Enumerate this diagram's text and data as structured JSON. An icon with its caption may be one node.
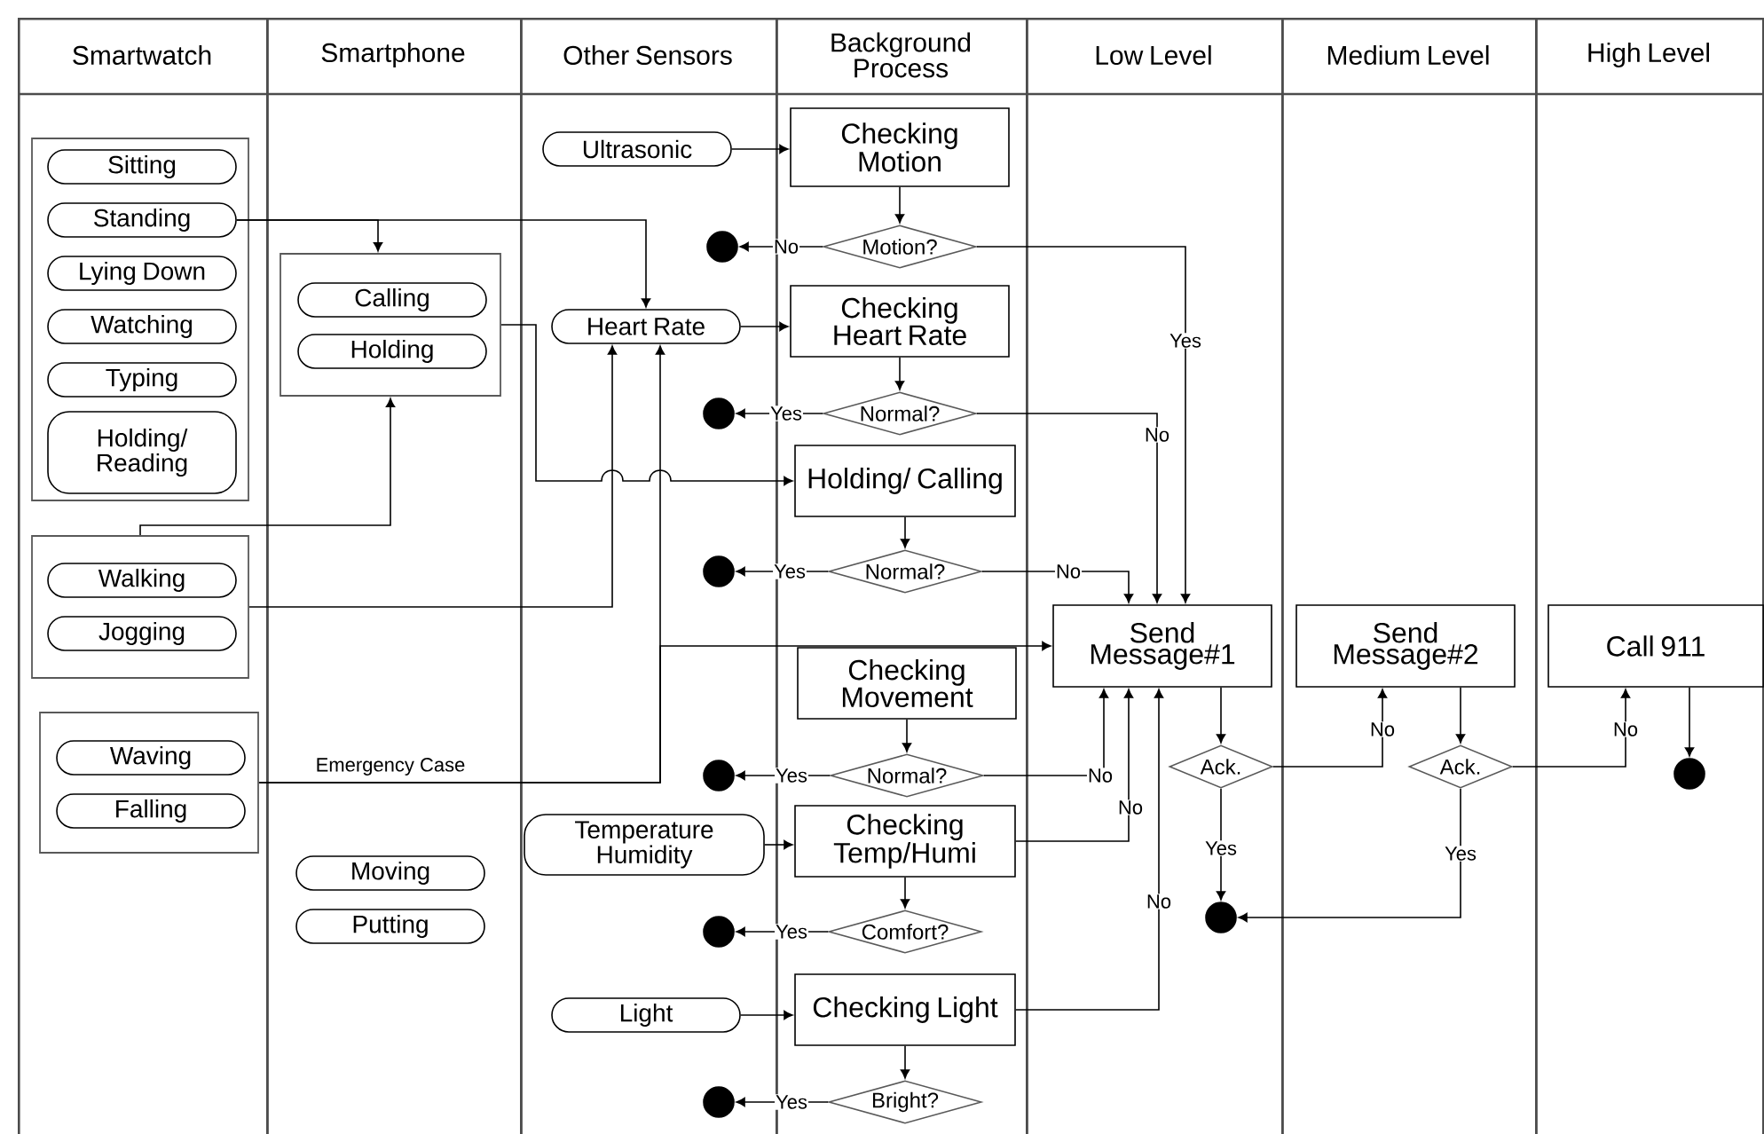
{
  "diagram": {
    "nodes": [
      {
        "text": [
          "Smartwatch"
        ]
      },
      {
        "text": [
          "Smartphone"
        ]
      },
      {
        "text": [
          "Other Sensors"
        ]
      },
      {
        "text": [
          "Background Process"
        ]
      },
      {
        "text": [
          "Low Level"
        ]
      },
      {
        "text": [
          "Medium Level"
        ]
      },
      {
        "text": [
          "High Level"
        ]
      },
      {
        "text": [],
        "shape": "box",
        "in": 0
      },
      {
        "text": [
          "Sitting"
        ],
        "in": 7
      },
      {
        "text": [
          "Standing"
        ],
        "in": 7
      },
      {
        "text": [
          "Lying Down"
        ],
        "in": 7
      },
      {
        "text": [
          "Watching"
        ],
        "in": 7
      },
      {
        "text": [
          "Typing"
        ],
        "in": 7
      },
      {
        "text": [
          "Holding/ Reading"
        ],
        "in": 7
      },
      {
        "text": [],
        "shape": "box",
        "in": 0
      },
      {
        "text": [
          "Walking"
        ],
        "in": 14
      },
      {
        "text": [
          "Jogging"
        ],
        "in": 14
      },
      {
        "text": [],
        "shape": "box",
        "in": 0
      },
      {
        "text": [
          "Waving"
        ],
        "in": 17
      },
      {
        "text": [
          "Falling"
        ],
        "in": 17
      },
      {
        "text": [],
        "shape": "box",
        "in": 1
      },
      {
        "text": [
          "Calling"
        ],
        "in": 20
      },
      {
        "text": [
          "Holding"
        ],
        "in": 20
      },
      {
        "text": [
          "Moving"
        ],
        "in": 1
      },
      {
        "text": [
          "Putting"
        ],
        "in": 1
      },
      {
        "text": [
          "Ultrasonic"
        ],
        "in": 2
      },
      {
        "text": [
          "Heart Rate"
        ],
        "in": 2
      },
      {
        "text": [
          "Temperature Humidity"
        ],
        "in": 2
      },
      {
        "text": [
          "Light"
        ],
        "in": 2
      },
      {
        "text": [
          "Checking Motion"
        ],
        "in": 3
      },
      {
        "text": [
          "Motion?"
        ],
        "in": 3
      },
      {
        "text": [
          "Checking Heart Rate"
        ],
        "in": 3
      },
      {
        "text": [
          "Normal?"
        ],
        "in": 3
      },
      {
        "text": [
          "Holding/ Calling"
        ],
        "in": 3
      },
      {
        "text": [
          "Normal?"
        ],
        "in": 3
      },
      {
        "text": [
          "Send Message#1"
        ],
        "in": 4
      },
      {
        "text": [
          "Checking Movement"
        ],
        "in": 3
      },
      {
        "text": [
          "Normal?"
        ],
        "in": 3
      },
      {
        "text": [
          "Checking Temp/Humi"
        ],
        "in": 3
      },
      {
        "text": [
          "Comfort?"
        ],
        "in": 3
      },
      {
        "text": [
          "Checking Light"
        ],
        "in": 3
      },
      {
        "text": [
          "Bright?"
        ],
        "in": 3
      },
      {
        "text": [
          "Ack."
        ],
        "in": 4
      },
      {
        "text": [
          "Send Message#2"
        ],
        "in": 5
      },
      {
        "text": [
          "Ack."
        ],
        "in": 5
      },
      {
        "text": [
          "Call 911"
        ],
        "in": 6
      },
      {
        "text": [],
        "shape": "circle",
        "in": 2
      },
      {
        "text": [],
        "shape": "circle",
        "in": 2
      },
      {
        "text": [],
        "shape": "circle",
        "in": 2
      },
      {
        "text": [],
        "shape": "circle",
        "in": 2
      },
      {
        "text": [],
        "shape": "circle",
        "in": 2
      },
      {
        "text": [],
        "shape": "circle",
        "in": 2
      },
      {
        "text": [],
        "shape": "circle",
        "in": 4
      },
      {
        "text": [],
        "shape": "circle",
        "in": 6
      }
    ],
    "edges": [
      {
        "from": 9,
        "to": 26,
        "arrow": "to"
      },
      {
        "from": 9,
        "to": 20,
        "arrow": "to"
      },
      {
        "from": 14,
        "to": 20,
        "arrow": "to"
      },
      {
        "from": 14,
        "to": 26,
        "arrow": "to"
      },
      {
        "from": 17,
        "to": 26,
        "arrow": "to",
        "label": "Emergency Case"
      },
      {
        "from": 17,
        "to": 35,
        "arrow": "to"
      },
      {
        "from": 20,
        "to": 33,
        "arrow": "to"
      },
      {
        "from": 25,
        "to": 29,
        "arrow": "to"
      },
      {
        "from": 26,
        "to": 31,
        "arrow": "to"
      },
      {
        "from": 27,
        "to": 38,
        "arrow": "to"
      },
      {
        "from": 28,
        "to": 40,
        "arrow": "to"
      },
      {
        "from": 29,
        "to": 30,
        "arrow": "to"
      },
      {
        "from": 31,
        "to": 32,
        "arrow": "to"
      },
      {
        "from": 33,
        "to": 34,
        "arrow": "to"
      },
      {
        "from": 36,
        "to": 37,
        "arrow": "to"
      },
      {
        "from": 38,
        "to": 39,
        "arrow": "to"
      },
      {
        "from": 40,
        "to": 41,
        "arrow": "to"
      },
      {
        "from": 30,
        "to": 46,
        "arrow": "to",
        "label": "No"
      },
      {
        "from": 32,
        "to": 47,
        "arrow": "to",
        "label": "Yes"
      },
      {
        "from": 34,
        "to": 48,
        "arrow": "to",
        "label": "Yes"
      },
      {
        "from": 37,
        "to": 49,
        "arrow": "to",
        "label": "Yes"
      },
      {
        "from": 39,
        "to": 50,
        "arrow": "to",
        "label": "Yes"
      },
      {
        "from": 41,
        "to": 51,
        "arrow": "to",
        "label": "Yes"
      },
      {
        "from": 30,
        "to": 35,
        "arrow": "to",
        "label": "Yes"
      },
      {
        "from": 32,
        "to": 35,
        "arrow": "to",
        "label": "No"
      },
      {
        "from": 34,
        "to": 35,
        "arrow": "to",
        "label": "No"
      },
      {
        "from": 37,
        "to": 35,
        "arrow": "to",
        "label": "No"
      },
      {
        "from": 38,
        "to": 35,
        "arrow": "to",
        "label": "No"
      },
      {
        "from": 40,
        "to": 35,
        "arrow": "to",
        "label": "No"
      },
      {
        "from": 35,
        "to": 42,
        "arrow": "to"
      },
      {
        "from": 42,
        "to": 43,
        "arrow": "to",
        "label": "No"
      },
      {
        "from": 42,
        "to": 52,
        "arrow": "to",
        "label": "Yes"
      },
      {
        "from": 43,
        "to": 44,
        "arrow": "to"
      },
      {
        "from": 44,
        "to": 45,
        "arrow": "to",
        "label": "No"
      },
      {
        "from": 44,
        "to": 52,
        "arrow": "to",
        "label": "Yes"
      },
      {
        "from": 45,
        "to": 53,
        "arrow": "to"
      }
    ]
  }
}
